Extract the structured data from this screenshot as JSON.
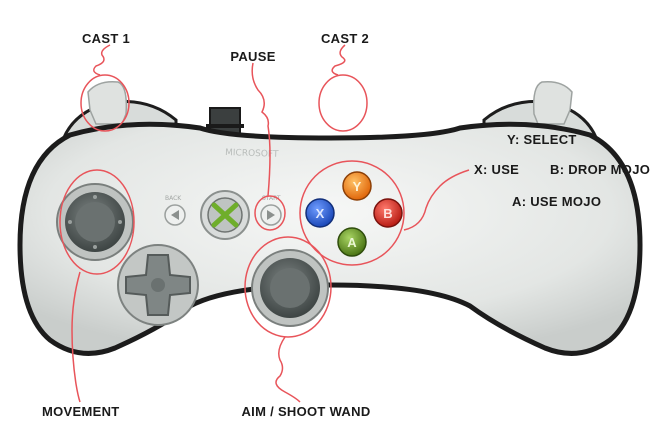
{
  "labels": {
    "cast1": "CAST 1",
    "cast2": "CAST 2",
    "pause": "PAUSE",
    "select": "Y: SELECT",
    "use": "X: USE",
    "drop_mojo": "B: DROP MOJO",
    "use_mojo": "A: USE MOJO",
    "movement": "MOVEMENT",
    "aim_shoot": "AIM / SHOOT WAND"
  },
  "controller": {
    "button_letters": {
      "y": "Y",
      "x": "X",
      "b": "B",
      "a": "A"
    },
    "back_text": "BACK",
    "start_text": "START"
  },
  "colors": {
    "annotation_red": "#e8545a",
    "body": "#e9ecea",
    "y_button": "#f07a12",
    "x_button": "#2a5fd0",
    "b_button": "#d8291f",
    "a_button": "#5c8a1f",
    "guide_x": "#6fae2b"
  },
  "icons": [
    "xbox-guide-icon",
    "back-arrow-icon",
    "start-arrow-icon",
    "dpad-icon"
  ]
}
